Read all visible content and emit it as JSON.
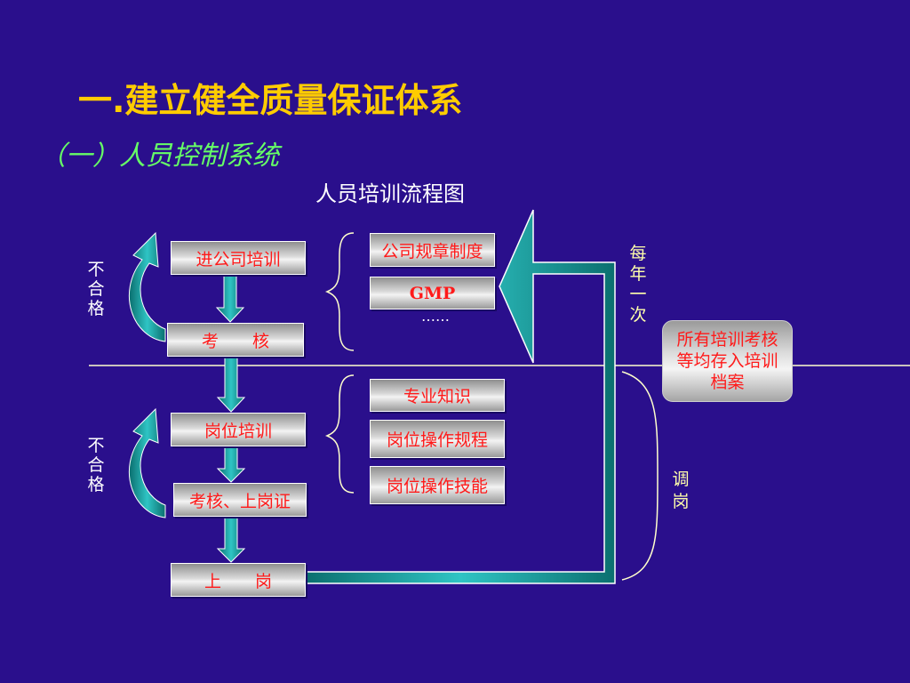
{
  "heading": {
    "title": "一.建立健全质量保证体系",
    "subtitle": "（一）人员控制系统"
  },
  "diagram": {
    "title": "人员培训流程图",
    "flow": {
      "step1": "进公司培训",
      "step2": "考　　核",
      "step3": "岗位培训",
      "step4": "考核、上岗证",
      "step5": "上　　岗"
    },
    "reject_label": "不合格",
    "company_training_items": [
      "公司规章制度",
      "GMP",
      "……"
    ],
    "post_training_items": [
      "专业知识",
      "岗位操作规程",
      "岗位操作技能"
    ],
    "annual_label": "每年一次",
    "transfer_label": "调　岗",
    "archive": "所有培训考核等均存入培训档案"
  },
  "colors": {
    "background": "#2a0f8c",
    "title": "#ffcc00",
    "subtitle": "#66ff66",
    "box_text": "#ff1a1a",
    "arrow_fill": "#1a9a9a",
    "divider": "#ffffcc"
  }
}
